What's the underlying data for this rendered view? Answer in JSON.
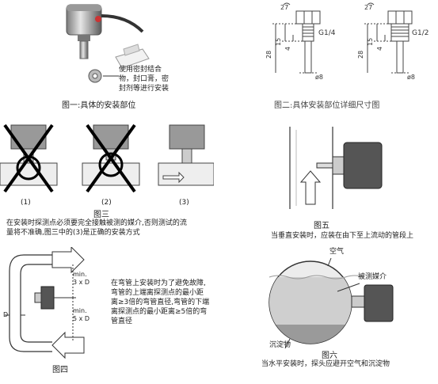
{
  "fig1": {
    "note": [
      "使用密封结合",
      "物，封口膏，密",
      "封剂等进行安装"
    ],
    "caption": "图一:具体的安装部位"
  },
  "fig2": {
    "caption": "图二:具体安装部位详细尺寸图",
    "left": {
      "wrench": "27",
      "d15": "15",
      "d4": "4",
      "d28": "28",
      "thread": "G1/4",
      "dia": "ø8"
    },
    "right": {
      "wrench": "27",
      "d15": "15",
      "d4": "4",
      "d28": "28",
      "thread": "G1/2",
      "dia": "ø8"
    }
  },
  "fig3": {
    "labels": [
      "(1)",
      "(2)",
      "(3)"
    ],
    "caption": "图三",
    "desc": [
      "在安装时探测点必须要完全接触被测的媒介,否则测试的流",
      "量将不准确,图三中的(3)是正确的安装方式"
    ]
  },
  "fig4": {
    "min1": [
      "min.",
      "3 x D"
    ],
    "min2": [
      "min.",
      "5 x D"
    ],
    "d_label": "D",
    "caption": "图四",
    "desc": [
      "在弯管上安装时为了避免故障,",
      "弯管的上端离探测点的最小距",
      "离≥3倍的弯管直径,弯管的下端",
      "离探测点的最小距离≥5倍的弯",
      "管直径"
    ]
  },
  "fig5": {
    "caption": "图五",
    "desc": "当垂直安装时，应装在由下至上流动的管段上"
  },
  "fig6": {
    "air": "空气",
    "medium": "被测媒介",
    "sediment": "沉淀物",
    "caption": "图六",
    "desc": "当水平安装时，探头应避开空气和沉淀物"
  }
}
